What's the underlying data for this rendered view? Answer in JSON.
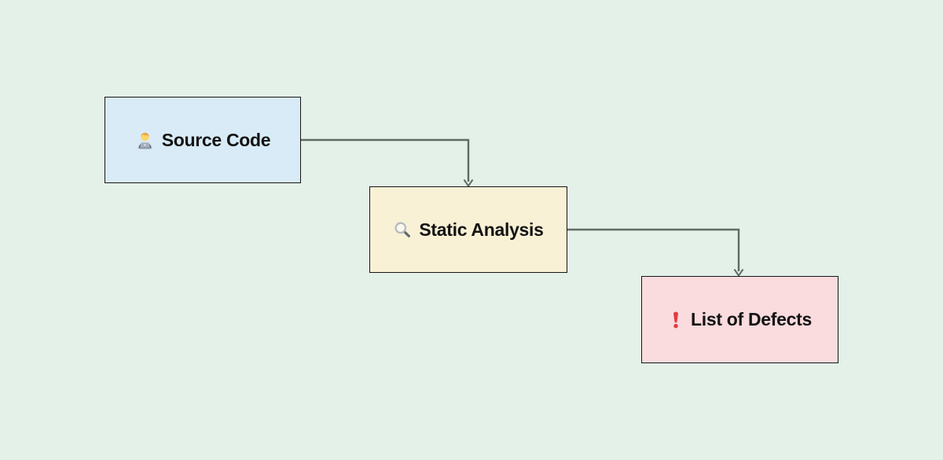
{
  "canvas": {
    "background_color": "#e3f1e9"
  },
  "diagram": {
    "nodes": [
      {
        "id": "source-code",
        "label": "Source Code",
        "icon": "technologist-icon",
        "fill_color": "#d8ebf7",
        "border_color": "#161616"
      },
      {
        "id": "static-analysis",
        "label": "Static Analysis",
        "icon": "magnifying-glass-icon",
        "fill_color": "#f8f1d5",
        "border_color": "#161616"
      },
      {
        "id": "list-of-defects",
        "label": "List of Defects",
        "icon": "red-exclamation-icon",
        "fill_color": "#fadbde",
        "border_color": "#161616"
      }
    ],
    "edges": [
      {
        "from": "source-code",
        "to": "static-analysis",
        "shape": "elbow-arrow-down",
        "color": "#606b64"
      },
      {
        "from": "static-analysis",
        "to": "list-of-defects",
        "shape": "elbow-arrow-down",
        "color": "#606b64"
      }
    ],
    "accent_colors": {
      "exclamation_red": "#e23b3f",
      "label_text": "#131313"
    }
  }
}
